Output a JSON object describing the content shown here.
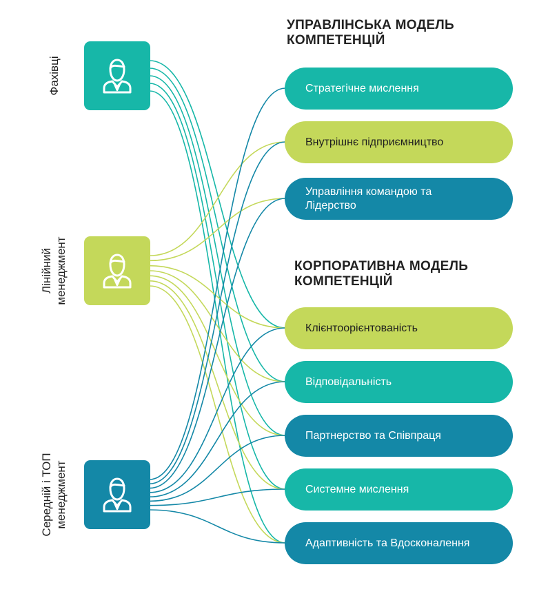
{
  "colors": {
    "teal": "#17b7a8",
    "lime": "#c4d85a",
    "blue": "#1488a7",
    "text_light": "#ffffff",
    "text_dark": "#1f1f1f"
  },
  "sections": {
    "managerial": "УПРАВЛІНСЬКА МОДЕЛЬ КОМПЕТЕНЦІЙ",
    "corporate": "КОРПОРАТИВНА МОДЕЛЬ КОМПЕТЕНЦІЙ"
  },
  "roles": [
    {
      "id": "specialists",
      "label": "Фахівці",
      "color": "teal",
      "icon": "person-icon"
    },
    {
      "id": "line",
      "label": "Лінійний менеджмент",
      "color": "lime",
      "icon": "person-icon"
    },
    {
      "id": "top",
      "label": "Середній і ТОП менеджмент",
      "color": "blue",
      "icon": "person-icon"
    }
  ],
  "competencies": [
    {
      "label": "Стратегічне мислення",
      "color": "teal",
      "section": "managerial"
    },
    {
      "label": "Внутрішнє підприємництво",
      "color": "lime",
      "section": "managerial"
    },
    {
      "label": "Управління командою та Лідерство",
      "color": "blue",
      "section": "managerial"
    },
    {
      "label": "Клієнтоорієнтованість",
      "color": "lime",
      "section": "corporate"
    },
    {
      "label": "Відповідальність",
      "color": "teal",
      "section": "corporate"
    },
    {
      "label": "Партнерство та Співпраця",
      "color": "blue",
      "section": "corporate"
    },
    {
      "label": "Системне мислення",
      "color": "teal",
      "section": "corporate"
    },
    {
      "label": "Адаптивність та Вдосконалення",
      "color": "blue",
      "section": "corporate"
    }
  ],
  "links": [
    {
      "from": 0,
      "to": 3
    },
    {
      "from": 0,
      "to": 4
    },
    {
      "from": 0,
      "to": 5
    },
    {
      "from": 0,
      "to": 6
    },
    {
      "from": 0,
      "to": 7
    },
    {
      "from": 1,
      "to": 1
    },
    {
      "from": 1,
      "to": 2
    },
    {
      "from": 1,
      "to": 3
    },
    {
      "from": 1,
      "to": 4
    },
    {
      "from": 1,
      "to": 5
    },
    {
      "from": 1,
      "to": 6
    },
    {
      "from": 1,
      "to": 7
    },
    {
      "from": 2,
      "to": 0
    },
    {
      "from": 2,
      "to": 1
    },
    {
      "from": 2,
      "to": 2
    },
    {
      "from": 2,
      "to": 3
    },
    {
      "from": 2,
      "to": 4
    },
    {
      "from": 2,
      "to": 5
    },
    {
      "from": 2,
      "to": 6
    },
    {
      "from": 2,
      "to": 7
    }
  ]
}
